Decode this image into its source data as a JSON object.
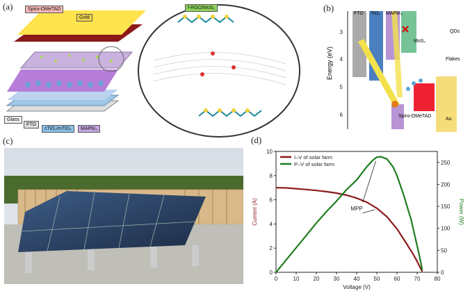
{
  "panels": {
    "a": {
      "label": "(a)",
      "layers": {
        "spiro": "Spiro-OMeTAD",
        "gold": "Gold",
        "glass": "Glass",
        "fto": "FTO",
        "tio2": "cTiO₂/mTiO₂",
        "mapbi": "MAPbI₃"
      },
      "inset": "f-RGO/MoS₂"
    },
    "b": {
      "label": "(b)",
      "ylabel": "Energy (eV)",
      "yticks": [
        "3",
        "4",
        "5",
        "6"
      ],
      "columns": {
        "fto": "FTO",
        "tio2": "TiO₂",
        "mapbi": "MAPbI₃",
        "mos2": "MoS₂"
      },
      "qds": "QDs",
      "flakes": "Flakes",
      "spiro": "Spiro-OMeTAD",
      "au": "Au"
    },
    "c": {
      "label": "(c)"
    },
    "d": {
      "label": "(d)"
    }
  },
  "chart_data": {
    "type": "line",
    "xlabel": "Voltage (V)",
    "ylabel": "Current (A)",
    "y2label": "Power (W)",
    "xlim": [
      0,
      80
    ],
    "ylim": [
      0,
      10
    ],
    "y2lim": [
      0,
      275
    ],
    "xticks": [
      0,
      10,
      20,
      30,
      40,
      50,
      60,
      70,
      80
    ],
    "yticks": [
      0,
      2,
      4,
      6,
      8,
      10
    ],
    "y2ticks": [
      0,
      50,
      100,
      150,
      200,
      250
    ],
    "annotation": "MPP",
    "legend_position": "top-left",
    "series": [
      {
        "name": "I–V of solar farm",
        "axis": "left",
        "color": "#8b1a1a",
        "x": [
          0,
          5,
          10,
          15,
          20,
          25,
          30,
          35,
          40,
          45,
          50,
          55,
          60,
          65,
          68,
          70,
          71,
          72,
          72.5
        ],
        "y": [
          7.0,
          6.98,
          6.92,
          6.85,
          6.77,
          6.67,
          6.55,
          6.38,
          6.14,
          5.8,
          5.3,
          4.6,
          3.6,
          2.3,
          1.5,
          0.9,
          0.55,
          0.25,
          0.05
        ]
      },
      {
        "name": "P–V of solar farm",
        "axis": "right",
        "color": "#1e7d1e",
        "x": [
          0,
          5,
          10,
          15,
          20,
          25,
          30,
          35,
          40,
          45,
          48,
          50,
          52,
          55,
          58,
          60,
          63,
          65,
          67,
          69,
          70,
          71,
          72,
          72.5
        ],
        "y": [
          0,
          28,
          56,
          84,
          112,
          138,
          162,
          188,
          210,
          240,
          255,
          262,
          263,
          258,
          240,
          220,
          180,
          150,
          120,
          80,
          60,
          40,
          18,
          5
        ]
      }
    ]
  }
}
